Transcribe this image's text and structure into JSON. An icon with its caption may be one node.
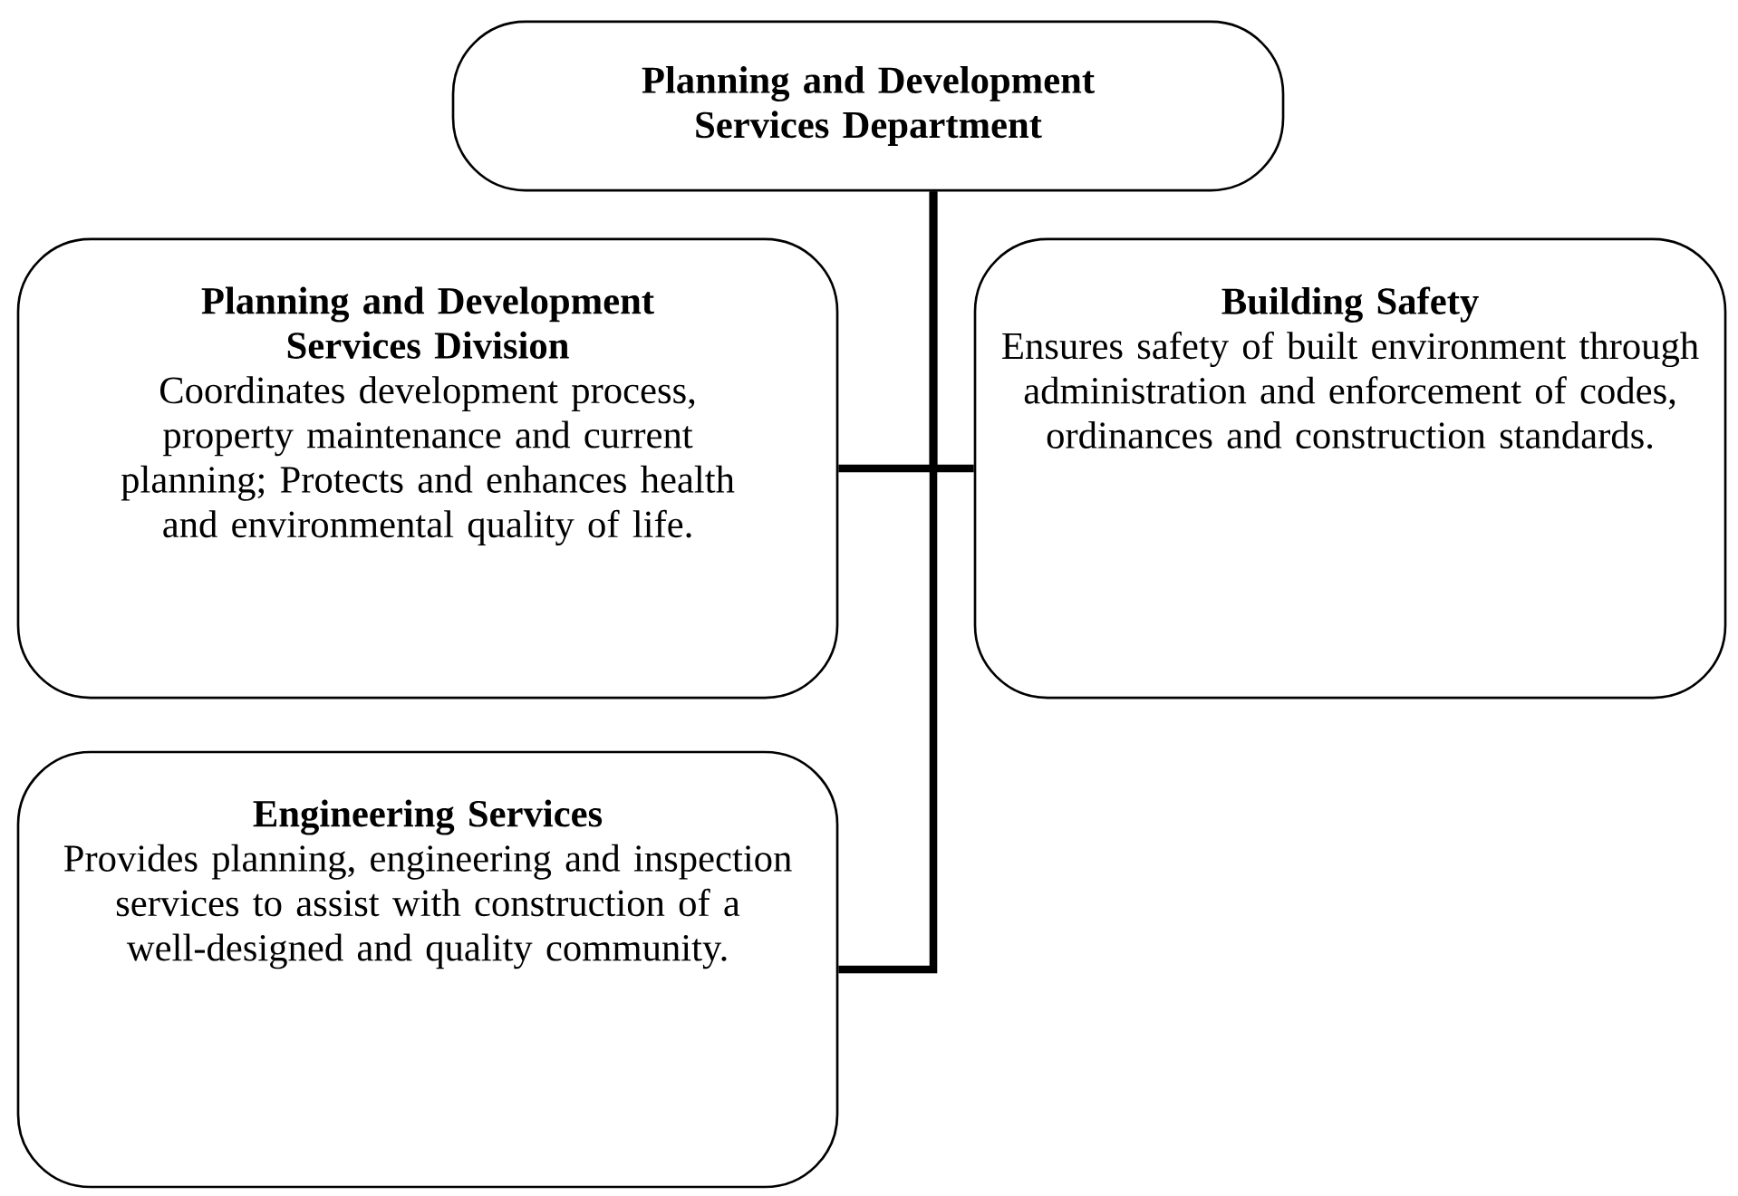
{
  "diagram": {
    "nodes": [
      {
        "text": [
          "Planning and Development Services Department"
        ]
      },
      {
        "text": [
          "Planning and Development Services Division",
          "Coordinates development process, property maintenance and current planning; Protects and enhances health and environmental quality of life."
        ]
      },
      {
        "text": [
          "Building Safety",
          "Ensures safety of built environment through administration and enforcement of codes, ordinances and construction standards."
        ]
      },
      {
        "text": [
          "Engineering Services",
          "Provides planning, engineering and inspection services to assist with construction of a well-designed and quality community."
        ]
      }
    ],
    "edges": [
      {
        "from": 0,
        "to": 1,
        "arrow": "none"
      },
      {
        "from": 0,
        "to": 2,
        "arrow": "none"
      },
      {
        "from": 0,
        "to": 3,
        "arrow": "none"
      }
    ]
  }
}
